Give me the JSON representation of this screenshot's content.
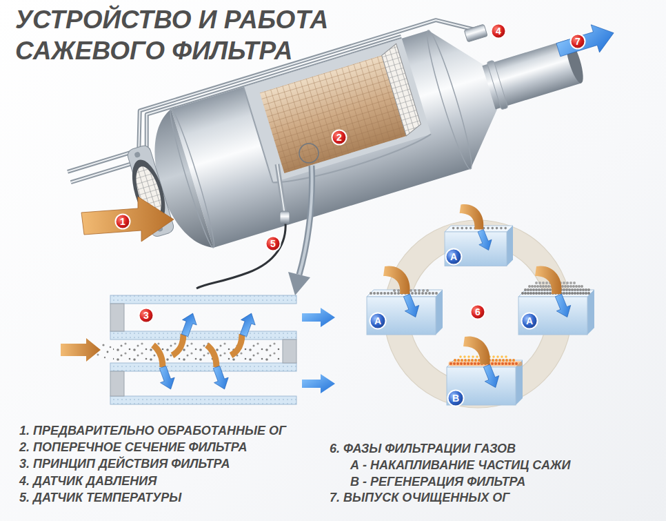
{
  "diagram": {
    "title": "УСТРОЙСТВО И РАБОТА САЖЕВОГО ФИЛЬТРА",
    "nodes": [
      {
        "text": [
          "4"
        ]
      },
      {
        "text": [
          "7"
        ]
      },
      {
        "text": [
          "2"
        ]
      },
      {
        "text": [
          "1"
        ]
      },
      {
        "text": [
          "5"
        ]
      },
      {
        "text": [
          "3"
        ]
      },
      {
        "text": [
          "A"
        ]
      },
      {
        "text": [
          "A"
        ]
      },
      {
        "text": [
          "6"
        ]
      },
      {
        "text": [
          "A"
        ]
      },
      {
        "text": [
          "B"
        ]
      }
    ],
    "labels": [
      "1. ПРЕДВАРИТЕЛЬНО ОБРАБОТАННЫЕ ОГ",
      "2. ПОПЕРЕЧНОЕ СЕЧЕНИЕ ФИЛЬТРА",
      "3. ПРИНЦИП ДЕЙСТВИЯ ФИЛЬТРА",
      "4. ДАТЧИК ДАВЛЕНИЯ",
      "5. ДАТЧИК ТЕМПЕРАТУРЫ",
      "6. ФАЗЫ ФИЛЬТРАЦИИ ГАЗОВ",
      "А - НАКАПЛИВАНИЕ ЧАСТИЦ САЖИ",
      "В - РЕГЕНЕРАЦИЯ ФИЛЬТРА",
      "7. ВЫПУСК ОЧИЩЕННЫХ ОГ"
    ]
  }
}
